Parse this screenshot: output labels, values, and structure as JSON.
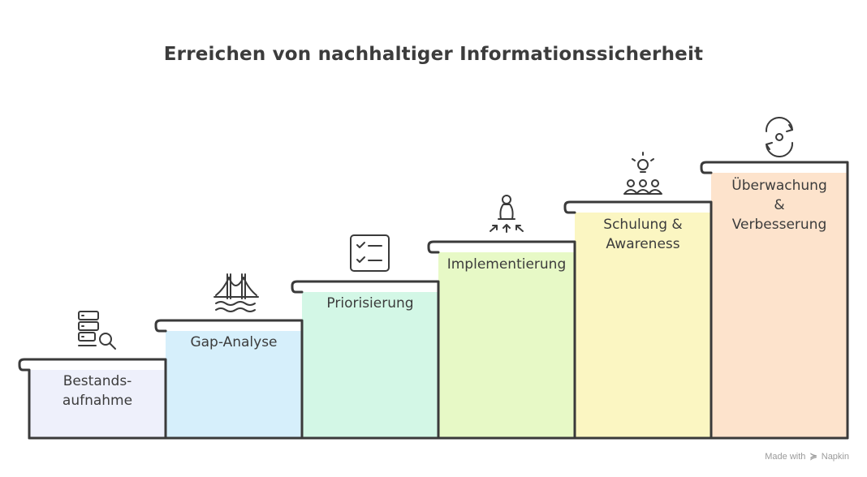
{
  "title": "Erreichen von nachhaltiger Informationssicherheit",
  "steps": [
    {
      "label": "Bestands-\naufnahme",
      "icon": "server-search-icon",
      "color": "#eef0fb"
    },
    {
      "label": "Gap-Analyse",
      "icon": "bridge-icon",
      "color": "#d6effb"
    },
    {
      "label": "Priorisierung",
      "icon": "checklist-icon",
      "color": "#d3f7e6"
    },
    {
      "label": "Implementierung",
      "icon": "chess-pawn-icon",
      "color": "#e7f9c6"
    },
    {
      "label": "Schulung &\nAwareness",
      "icon": "lightbulb-team-icon",
      "color": "#fbf6c2"
    },
    {
      "label": "Überwachung\n&\nVerbesserung",
      "icon": "cycle-eye-icon",
      "color": "#fde3cc"
    }
  ],
  "brand": {
    "prefix": "Made with",
    "name": "Napkin"
  }
}
